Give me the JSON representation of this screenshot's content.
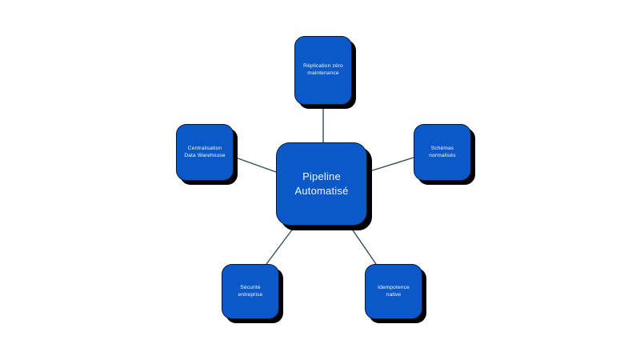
{
  "diagram": {
    "type": "hub-and-spoke",
    "background_color": "#ffffff",
    "node_fill_color": "#0b59c9",
    "node_border_color": "#0a1a2a",
    "node_text_color": "#f2f7ff",
    "edge_color": "#2f4f55",
    "shadow_color": "#000000",
    "center": {
      "label": "Pipeline\nAutomatisé"
    },
    "nodes": [
      {
        "id": "top",
        "label": "Réplication zéro\nmaintenance"
      },
      {
        "id": "left",
        "label": "Centralisation\nData Warehouse"
      },
      {
        "id": "right",
        "label": "Schémas\nnormalisés"
      },
      {
        "id": "bottom-left",
        "label": "Sécurité\nentreprise"
      },
      {
        "id": "bottom-right",
        "label": "Idempotence\nnative"
      }
    ],
    "edges": [
      {
        "from": "center",
        "to": "top"
      },
      {
        "from": "center",
        "to": "left"
      },
      {
        "from": "center",
        "to": "right"
      },
      {
        "from": "center",
        "to": "bottom-left"
      },
      {
        "from": "center",
        "to": "bottom-right"
      }
    ]
  }
}
